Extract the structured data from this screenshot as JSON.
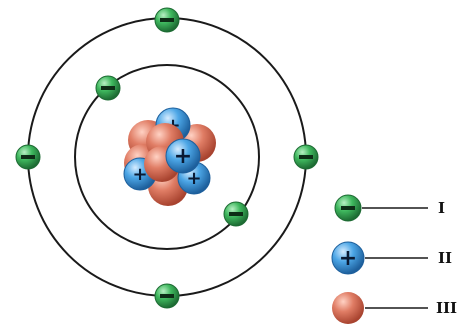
{
  "diagram": {
    "legend": [
      {
        "particle": "electron",
        "sign": "−",
        "label": "I"
      },
      {
        "particle": "proton",
        "sign": "+",
        "label": "II"
      },
      {
        "particle": "neutron",
        "sign": "",
        "label": "III"
      }
    ]
  },
  "colors": {
    "electron": "#2e9a4a",
    "proton": "#3b8fd0",
    "neutron": "#d9745c",
    "orbit": "#1a1a1a"
  },
  "icons": {
    "electron": "electron-icon",
    "proton": "proton-icon",
    "neutron": "neutron-icon"
  }
}
